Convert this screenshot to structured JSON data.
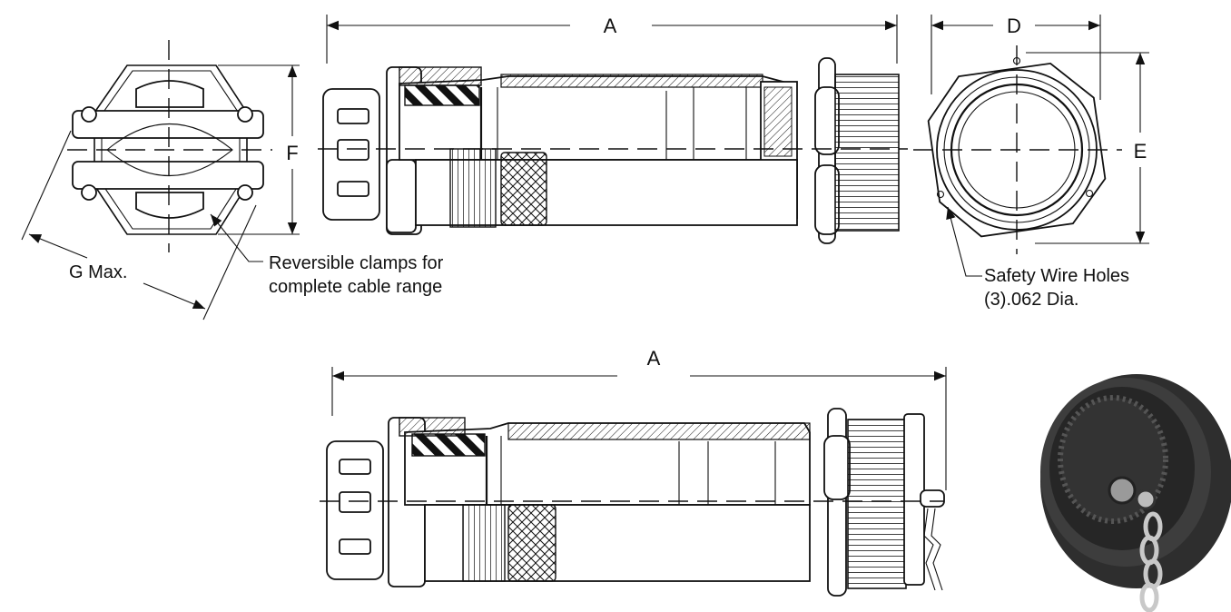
{
  "labels": {
    "dim_a_top": "A",
    "dim_a_bottom": "A",
    "dim_d": "D",
    "dim_e": "E",
    "dim_f": "F",
    "dim_g": "G Max.",
    "clamps_note_line1": "Reversible clamps for",
    "clamps_note_line2": "complete cable range",
    "safety_note_line1": "Safety Wire Holes",
    "safety_note_line2": "(3).062 Dia."
  },
  "photo": {
    "subject": "connector-dust-cap-with-chain",
    "color": "#3a3a3a"
  }
}
